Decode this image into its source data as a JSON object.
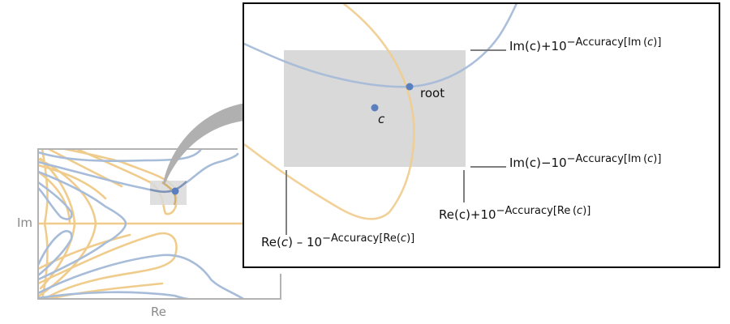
{
  "colors": {
    "blue_curve": "#a7bcd9",
    "orange_curve": "#f0cc8c",
    "point": "#5a7fbf",
    "highlight_box": "#d9d9d9",
    "frame_gray": "#b3b3b3",
    "arrow": "#b0b0b0",
    "leader_line": "#7f7f7f",
    "panel_border": "#000000"
  },
  "overview_plot": {
    "x_axis_label": "Re",
    "y_axis_label": "Im"
  },
  "zoom_panel": {
    "root_label": "root",
    "center_label": "c",
    "annotations": {
      "im_upper": {
        "base": "Im(c)+10",
        "exponent_prefix": "−Accuracy[Im (",
        "exponent_var": "c",
        "exponent_suffix": ")]"
      },
      "im_lower": {
        "base": "Im(c)−10",
        "exponent_prefix": "−Accuracy[Im (",
        "exponent_var": "c",
        "exponent_suffix": ")]"
      },
      "re_upper": {
        "base": "Re(c)+10",
        "exponent_prefix": "−Accuracy[Re (",
        "exponent_var": "c",
        "exponent_suffix": ")]"
      },
      "re_lower": {
        "base_prefix": "Re(",
        "base_var": "c",
        "base_suffix": ") – 10",
        "exponent_prefix": "−Accuracy[Re(",
        "exponent_var": "c",
        "exponent_suffix": ")]"
      }
    }
  }
}
